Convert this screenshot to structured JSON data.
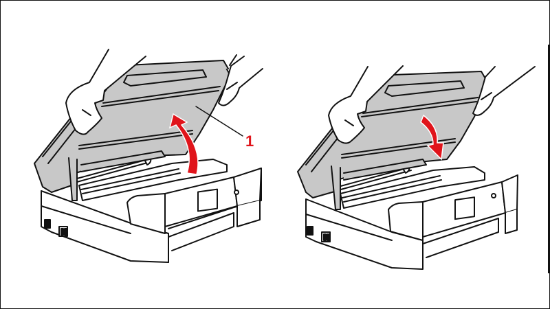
{
  "figure": {
    "description": "Two-step illustration: lifting the printer's scanner cover open, then lowering it closed",
    "colors": {
      "outline": "#111111",
      "cover_fill": "#c8c8c8",
      "body_fill": "#ffffff",
      "arrow": "#e0141b",
      "callout_text": "#e0141b",
      "background": "#ffffff"
    },
    "panels": [
      {
        "id": "step-open",
        "action": "lift scanner cover",
        "arrow_direction": "up",
        "callout": {
          "label": "1",
          "target": "scanner cover"
        }
      },
      {
        "id": "step-close",
        "action": "lower scanner cover",
        "arrow_direction": "down"
      }
    ]
  }
}
